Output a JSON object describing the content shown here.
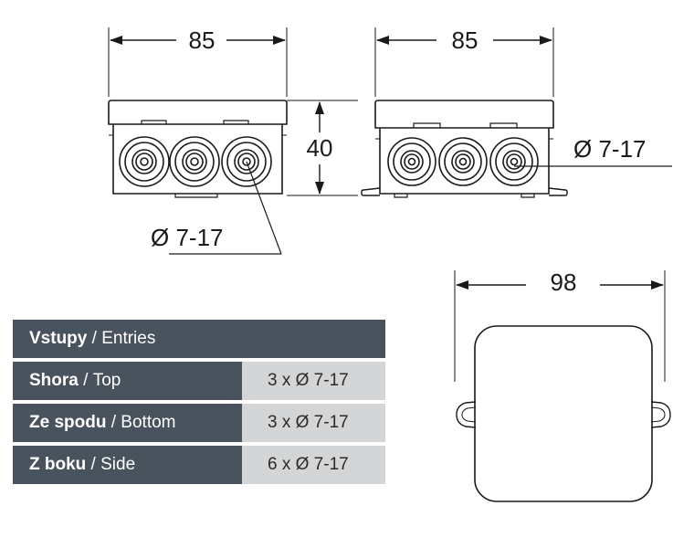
{
  "front_view": {
    "width_label": "85",
    "height_label": "40",
    "diameter_label": "Ø 7-17"
  },
  "side_view": {
    "width_label": "85",
    "diameter_label": "Ø 7-17"
  },
  "top_view": {
    "width_label": "98"
  },
  "table": {
    "header": {
      "cz": "Vstupy",
      "sep": " / ",
      "en": "Entries"
    },
    "rows": [
      {
        "cz": "Shora",
        "sep": " / ",
        "en": "Top",
        "value": "3 x Ø 7-17"
      },
      {
        "cz": "Ze spodu",
        "sep": " / ",
        "en": "Bottom",
        "value": "3 x Ø 7-17"
      },
      {
        "cz": "Z boku",
        "sep": " / ",
        "en": "Side",
        "value": "6 x Ø 7-17"
      }
    ]
  },
  "colors": {
    "table_dark": "#48535e",
    "table_light": "#d4d5d6",
    "line": "#1a1a1a"
  }
}
